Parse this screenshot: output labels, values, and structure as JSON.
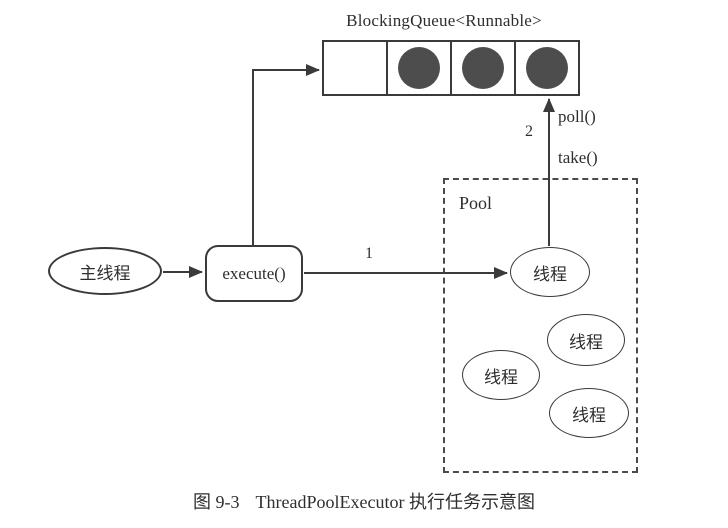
{
  "figure": {
    "queue": {
      "title": "BlockingQueue<Runnable>",
      "cells": [
        {
          "filled": false
        },
        {
          "filled": true
        },
        {
          "filled": true
        },
        {
          "filled": true
        }
      ]
    },
    "main_thread_label": "主线程",
    "execute_label": "execute()",
    "pool": {
      "label": "Pool",
      "threads": [
        {
          "label": "线程"
        },
        {
          "label": "线程"
        },
        {
          "label": "线程"
        },
        {
          "label": "线程"
        }
      ]
    },
    "annotations": {
      "step1": "1",
      "step2": "2",
      "poll": "poll()",
      "take": "take()"
    },
    "colors": {
      "line": "#3b3b3b",
      "border": "#3a3a3a",
      "task_fill": "#4d4d4d"
    }
  },
  "caption": {
    "figure_number": "图 9-3",
    "title": "ThreadPoolExecutor 执行任务示意图"
  }
}
